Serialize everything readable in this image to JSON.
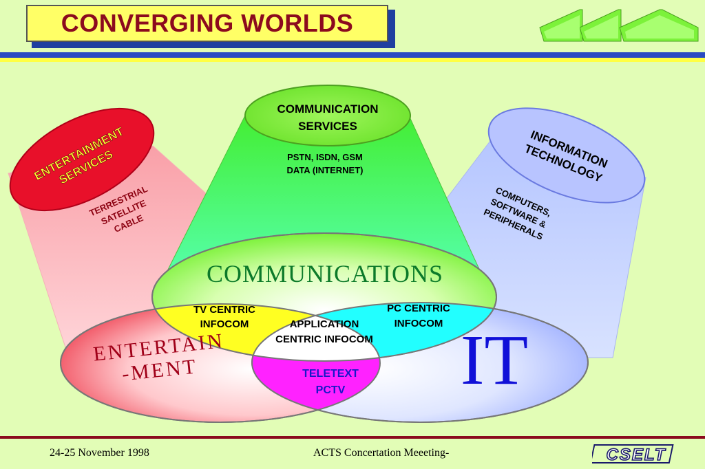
{
  "title": "CONVERGING WORLDS",
  "footer": {
    "date": "24-25 November 1998",
    "event": "ACTS Concertation Meeeting-",
    "logo_text": "CSELT"
  },
  "diagram": {
    "communication_services": {
      "label_line1": "COMMUNICATION",
      "label_line2": "SERVICES",
      "detail_line1": "PSTN, ISDN, GSM",
      "detail_line2": "DATA (INTERNET)"
    },
    "entertainment_services": {
      "label_line1": "ENTERTAINMENT",
      "label_line2": "SERVICES",
      "detail_line1": "TERRESTRIAL",
      "detail_line2": "SATELLITE",
      "detail_line3": "CABLE"
    },
    "information_technology": {
      "label_line1": "INFORMATION",
      "label_line2": "TECHNOLOGY",
      "detail_line1": "COMPUTERS,",
      "detail_line2": "SOFTWARE &",
      "detail_line3": "PERIPHERALS"
    },
    "communications": "COMMUNICATIONS",
    "entertainment_line1": "ENTERTAIN",
    "entertainment_line2": "-MENT",
    "it": "IT",
    "tv_centric_line1": "TV CENTRIC",
    "tv_centric_line2": "INFOCOM",
    "pc_centric_line1": "PC CENTRIC",
    "pc_centric_line2": "INFOCOM",
    "application_line1": "APPLICATION",
    "application_line2": "CENTRIC INFOCOM",
    "teletext_line1": "TELETEXT",
    "teletext_line2": "PCTV"
  },
  "colors": {
    "background": "#e2fdb6",
    "title_text": "#8b0a1e",
    "title_box": "#ffff66",
    "comm_green": "#7cf23a",
    "ent_red": "#e8102a",
    "it_blue": "#b8c4ff",
    "tv_yellow": "#ffff22",
    "pc_cyan": "#22ffff",
    "teletext_magenta": "#ff22ff",
    "it_text_blue": "#1010d8"
  }
}
